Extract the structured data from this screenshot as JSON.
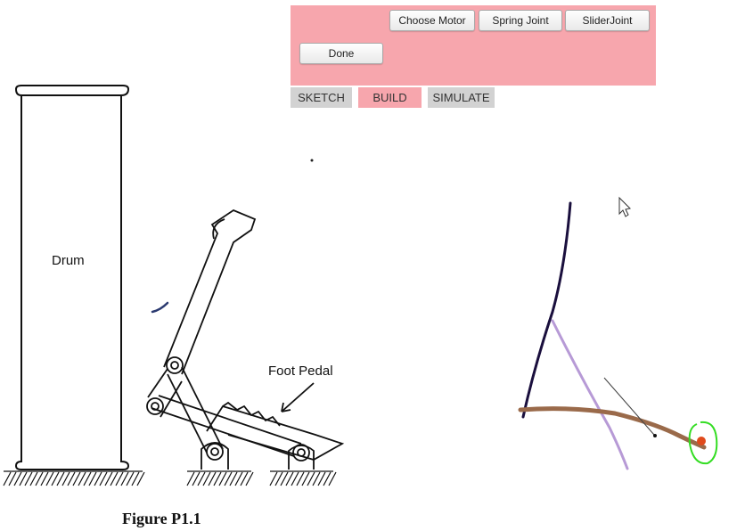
{
  "toolbar": {
    "choose_motor_label": "Choose Motor",
    "spring_joint_label": "Spring Joint",
    "slider_joint_label": "SliderJoint",
    "done_label": "Done",
    "background_color": "#f7a6ad"
  },
  "tabs": [
    {
      "label": "SKETCH",
      "active": false
    },
    {
      "label": "BUILD",
      "active": true
    },
    {
      "label": "SIMULATE",
      "active": false
    }
  ],
  "figure": {
    "drum_label": "Drum",
    "foot_pedal_label": "Foot Pedal",
    "caption": "Figure P1.1"
  },
  "sketch_colors": {
    "upright_stroke": "#1a0f3d",
    "diagonal_stroke": "#b79ad6",
    "horizontal_stroke": "#9a6a4a",
    "thin_stroke": "#444444",
    "circle_stroke": "#33dd22",
    "joint_dot": "#e04a1c"
  },
  "cursor_icon": "arrow-cursor-icon"
}
